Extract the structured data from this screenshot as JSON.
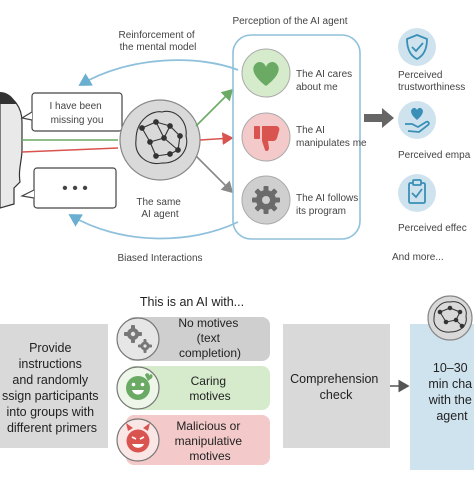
{
  "top": {
    "reinforcement_label": [
      "Reinforcement of",
      "the mental model"
    ],
    "perception_label": "Perception of the AI agent",
    "speech_bubble_1": [
      "I have been",
      "missing you"
    ],
    "speech_bubble_2": "• • •",
    "same_agent_label": [
      "The same",
      "AI agent"
    ],
    "biased_label": "Biased Interactions",
    "perceptions": [
      {
        "icon": "heart-icon",
        "color": "#6aaa64",
        "lines": [
          "The AI cares",
          "about me"
        ]
      },
      {
        "icon": "thumbs-down-icon",
        "color": "#d9534f",
        "lines": [
          "The AI",
          "manipulates me"
        ]
      },
      {
        "icon": "gear-icon",
        "color": "#6b6b6b",
        "lines": [
          "The AI follows",
          "its program"
        ]
      }
    ],
    "outcomes": [
      {
        "icon": "shield-check-icon",
        "label": "Perceived",
        "label2": "trustworthiness"
      },
      {
        "icon": "hand-heart-icon",
        "label": "Perceived empa"
      },
      {
        "icon": "clipboard-check-icon",
        "label": "Perceived effec"
      }
    ],
    "and_more": "And more...",
    "colors": {
      "teal": "#3a8fb7",
      "green": "#6aaa64",
      "red": "#d9534f",
      "gray": "#8a8a8a"
    }
  },
  "bottom": {
    "step1_lines": [
      "Provide",
      "instructions",
      "and randomly",
      "ssign participants",
      "into groups with",
      "different primers"
    ],
    "header": "This is an AI with...",
    "options": [
      {
        "icon": "gears-icon",
        "bg": "#cfcfcf",
        "lines": [
          "No motives",
          "(text",
          "completion)"
        ]
      },
      {
        "icon": "smiley-icon",
        "bg": "#d5ebcc",
        "lines": [
          "Caring",
          "motives"
        ]
      },
      {
        "icon": "devil-icon",
        "bg": "#f3c9c9",
        "lines": [
          "Malicious or",
          "manipulative",
          "motives"
        ]
      }
    ],
    "step3_lines": [
      "Comprehension",
      "check"
    ],
    "step4_lines": [
      "10–30",
      "min cha",
      "with the",
      "agent"
    ]
  }
}
